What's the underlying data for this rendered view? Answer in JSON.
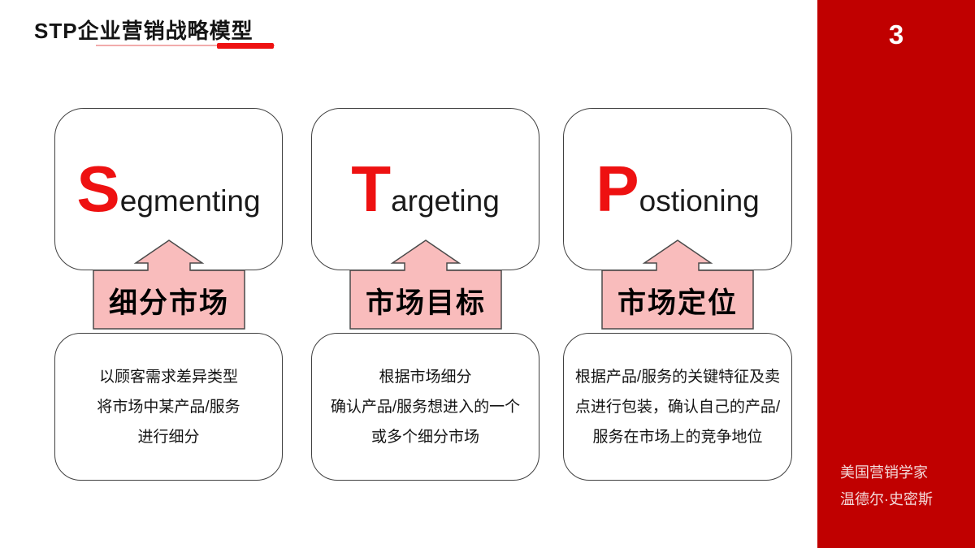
{
  "slide": {
    "title": "STP企业营销战略模型",
    "page_number": "3",
    "footer_line1": "美国营销学家",
    "footer_line2": "温德尔·史密斯"
  },
  "colors": {
    "sidebar_red": "#c00000",
    "accent_red": "#ee1111",
    "banner_pink": "#f9bcbc",
    "border_gray": "#404040",
    "underline_pink": "#f2abab"
  },
  "columns": [
    {
      "initial": "S",
      "rest": "egmenting",
      "banner": "细分市场",
      "desc_line1": "以顾客需求差异类型",
      "desc_line2": "将市场中某产品/服务",
      "desc_line3": "进行细分"
    },
    {
      "initial": "T",
      "rest": "argeting",
      "banner": "市场目标",
      "desc_line1": "根据市场细分",
      "desc_line2": "确认产品/服务想进入的一个",
      "desc_line3": "或多个细分市场"
    },
    {
      "initial": "P",
      "rest": "ostioning",
      "banner": "市场定位",
      "desc_line1": "根据产品/服务的关键特征及卖",
      "desc_line2": "点进行包装，确认自己的产品/",
      "desc_line3": "服务在市场上的竞争地位"
    }
  ]
}
